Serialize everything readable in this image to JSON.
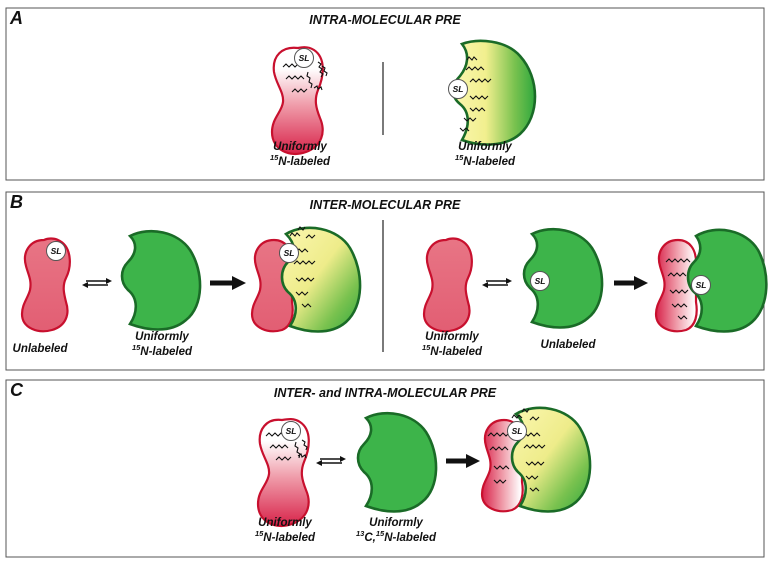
{
  "panels": [
    {
      "letter": "A",
      "title": "INTRA-MOLECULAR PRE"
    },
    {
      "letter": "B",
      "title": "INTER-MOLECULAR PRE"
    },
    {
      "letter": "C",
      "title": "INTER- and INTRA-MOLECULAR PRE"
    }
  ],
  "spin_label": "SL",
  "captions": {
    "uniformly": "Uniformly",
    "n_label_sup": "15",
    "n_label_rest": "N-labeled",
    "unlabeled": "Unlabeled",
    "c_sup": "13",
    "c_mid": "C,",
    "n_sup": "15",
    "n_rest": "N-labeled"
  },
  "colors": {
    "red": "#e8647a",
    "red_outline": "#c8102e",
    "green": "#3db44a",
    "green_outline": "#1a6b27",
    "yellow": "#f8f4a8"
  }
}
